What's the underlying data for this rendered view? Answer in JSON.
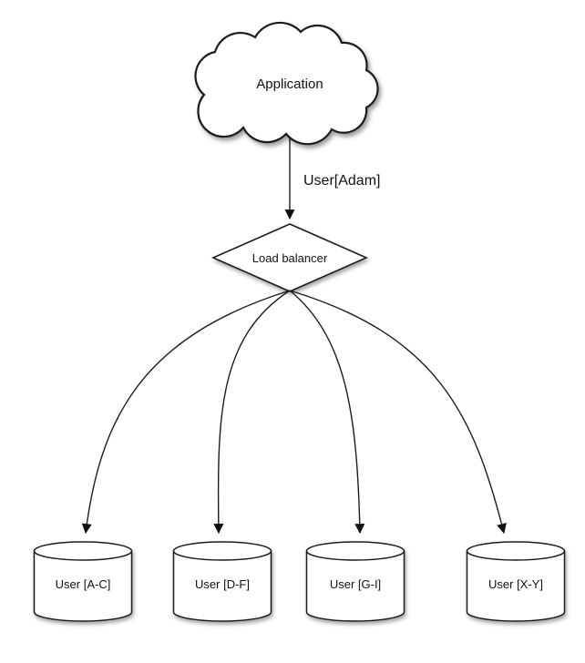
{
  "diagram": {
    "type": "flow-diagram",
    "background_color": "#ffffff",
    "stroke_color": "#1c1c1c",
    "node_fill_color": "#ffffff",
    "nodes": {
      "application": {
        "label": "Application",
        "shape": "cloud"
      },
      "load_balancer": {
        "label": "Load balancer",
        "shape": "diamond"
      },
      "shards": [
        {
          "label": "User [A-C]",
          "shape": "cylinder"
        },
        {
          "label": "User [D-F]",
          "shape": "cylinder"
        },
        {
          "label": "User [G-I]",
          "shape": "cylinder"
        },
        {
          "label": "User [X-Y]",
          "shape": "cylinder"
        }
      ]
    },
    "edges": [
      {
        "from": "application",
        "to": "load_balancer",
        "label": "User[Adam]"
      },
      {
        "from": "load_balancer",
        "to": "shard-a-c",
        "label": ""
      },
      {
        "from": "load_balancer",
        "to": "shard-d-f",
        "label": ""
      },
      {
        "from": "load_balancer",
        "to": "shard-g-i",
        "label": ""
      },
      {
        "from": "load_balancer",
        "to": "shard-x-y",
        "label": ""
      }
    ]
  }
}
